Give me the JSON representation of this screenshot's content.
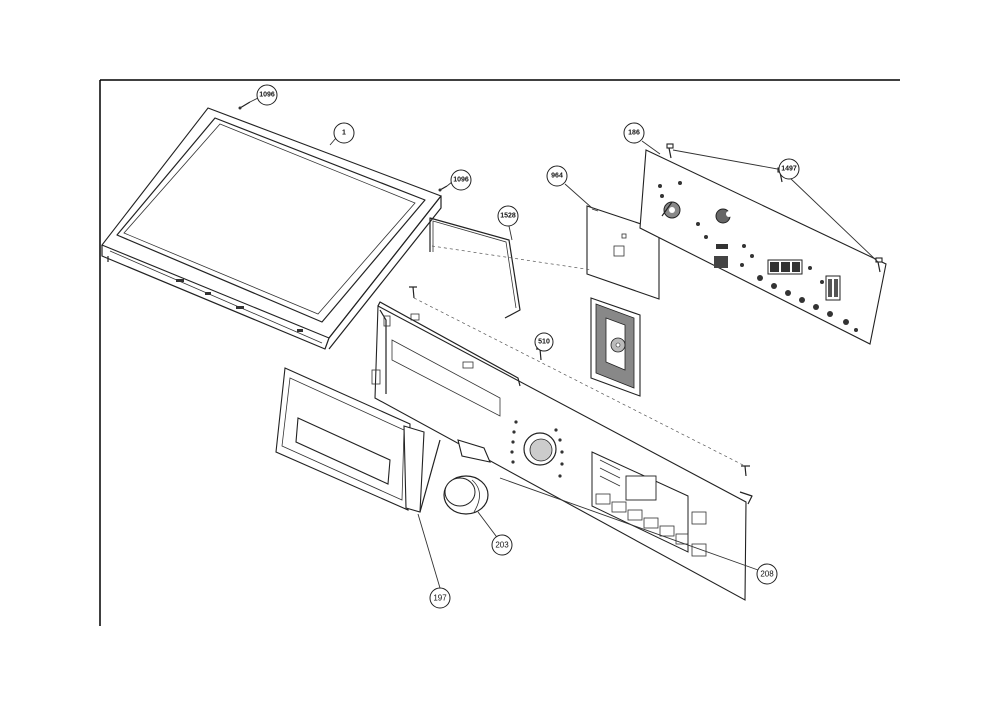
{
  "callouts": {
    "screw_top_left": "1096",
    "top_cover": "1",
    "screw_top_right": "1096",
    "rod": "1528",
    "pcb_shield": "964",
    "pcb": "186",
    "pcb_clips": "1497",
    "screw_mid": "510",
    "drawer": "197",
    "knob": "203",
    "control_panel": "208"
  }
}
